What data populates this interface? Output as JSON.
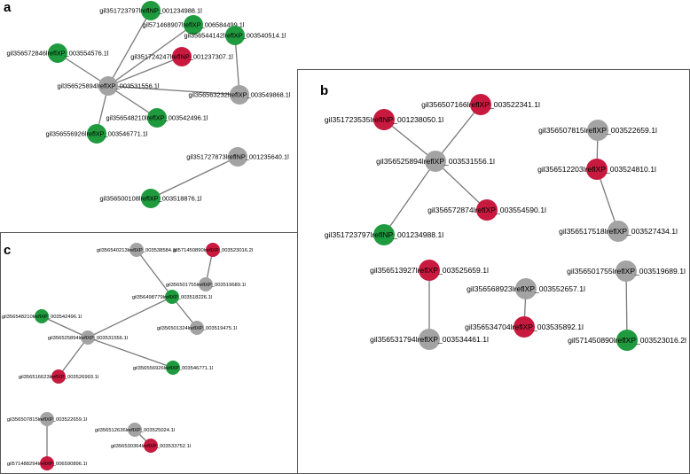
{
  "colors": {
    "green": "#1f9a3e",
    "red": "#c8193f",
    "gray": "#a3a3a3",
    "edge": "#7a7a7a"
  },
  "panels": [
    {
      "label": "a",
      "nodes": [
        {
          "id": "a_center",
          "label": "gil356525894lreflXP_003531556.1l",
          "color": "gray"
        },
        {
          "id": "a_n1",
          "label": "gil351723797lreflNP_001234988.1l",
          "color": "green"
        },
        {
          "id": "a_n2",
          "label": "gil571468907lreflXP_006584499.1l",
          "color": "green"
        },
        {
          "id": "a_n3",
          "label": "gil356544142lreflXP_003540514.1l",
          "color": "green"
        },
        {
          "id": "a_n4",
          "label": "gil356572846lreflXP_003554576.1l",
          "color": "green"
        },
        {
          "id": "a_n5",
          "label": "gil351724247lreflNP_001237307.1l",
          "color": "red"
        },
        {
          "id": "a_n6",
          "label": "gil356563232lreflXP_003549868.1l",
          "color": "gray"
        },
        {
          "id": "a_n7",
          "label": "gil356548210lreflXP_003542496.1l",
          "color": "green"
        },
        {
          "id": "a_n8",
          "label": "gil356556926lreflXP_003546771.1l",
          "color": "green"
        },
        {
          "id": "a_n9",
          "label": "gil351727873lreflNP_001235640.1l",
          "color": "gray"
        },
        {
          "id": "a_n10",
          "label": "gil356500108lreflXP_003518876.1l",
          "color": "green"
        }
      ],
      "edges": [
        [
          "a_center",
          "a_n1"
        ],
        [
          "a_center",
          "a_n2"
        ],
        [
          "a_center",
          "a_n4"
        ],
        [
          "a_center",
          "a_n5"
        ],
        [
          "a_center",
          "a_n6"
        ],
        [
          "a_center",
          "a_n7"
        ],
        [
          "a_center",
          "a_n8"
        ],
        [
          "a_n3",
          "a_n6"
        ],
        [
          "a_n9",
          "a_n10"
        ]
      ]
    },
    {
      "label": "b",
      "nodes": [
        {
          "id": "b_center",
          "label": "gil356525894lreflXP_003531556.1l",
          "color": "gray"
        },
        {
          "id": "b_n1",
          "label": "gil356507166lreflXP_003522341.1l",
          "color": "red"
        },
        {
          "id": "b_n2",
          "label": "gil351723535lreflNP_001238050.1l",
          "color": "red"
        },
        {
          "id": "b_n3",
          "label": "gil356572874lreflXP_003554590.1l",
          "color": "red"
        },
        {
          "id": "b_n4",
          "label": "gil351723797lreflNP_001234988.1l",
          "color": "green"
        },
        {
          "id": "b_n5",
          "label": "gil356507815lreflXP_003522659.1l",
          "color": "gray"
        },
        {
          "id": "b_n6",
          "label": "gil356512203lreflXP_003524810.1l",
          "color": "red"
        },
        {
          "id": "b_n7",
          "label": "gil356517518lreflXP_003527434.1l",
          "color": "gray"
        },
        {
          "id": "b_n8",
          "label": "gil356513927lreflXP_003525659.1l",
          "color": "red"
        },
        {
          "id": "b_n9",
          "label": "gil356531794lreflXP_003534461.1l",
          "color": "gray"
        },
        {
          "id": "b_n10",
          "label": "gil356568923lreflXP_003552657.1l",
          "color": "gray"
        },
        {
          "id": "b_n11",
          "label": "gil356534704lreflXP_003535892.1l",
          "color": "red"
        },
        {
          "id": "b_n12",
          "label": "gil356501755lreflXP_003519689.1l",
          "color": "gray"
        },
        {
          "id": "b_n13",
          "label": "gil571450890lreflXP_003523016.2l",
          "color": "green"
        }
      ],
      "edges": [
        [
          "b_center",
          "b_n1"
        ],
        [
          "b_center",
          "b_n2"
        ],
        [
          "b_center",
          "b_n3"
        ],
        [
          "b_center",
          "b_n4"
        ],
        [
          "b_n5",
          "b_n6"
        ],
        [
          "b_n6",
          "b_n7"
        ],
        [
          "b_n8",
          "b_n9"
        ],
        [
          "b_n10",
          "b_n11"
        ],
        [
          "b_n12",
          "b_n13"
        ]
      ]
    },
    {
      "label": "c",
      "nodes": [
        {
          "id": "c_n1",
          "label": "gil356540213lreflXP_003538584.1l",
          "color": "gray"
        },
        {
          "id": "c_n2",
          "label": "gil571450890lreflXP_003523016.2l",
          "color": "red"
        },
        {
          "id": "c_n3",
          "label": "gil356501755lreflXP_003519689.1l",
          "color": "gray"
        },
        {
          "id": "c_hub",
          "label": "gil356498779lreflXP_003518226.1l",
          "color": "green"
        },
        {
          "id": "c_n5",
          "label": "gil356548210lreflXP_003542496.1l",
          "color": "green"
        },
        {
          "id": "c_n6",
          "label": "gil356501324lreflXP_003519475.1l",
          "color": "gray"
        },
        {
          "id": "c_center",
          "label": "gil356525894lreflXP_003531556.1l",
          "color": "gray"
        },
        {
          "id": "c_n8",
          "label": "gil356556926lreflXP_003546771.1l",
          "color": "green"
        },
        {
          "id": "c_n9",
          "label": "gil356516623lreflXP_003526993.1l",
          "color": "red"
        },
        {
          "id": "c_n10",
          "label": "gil356507815lreflXP_003522659.1l",
          "color": "gray"
        },
        {
          "id": "c_n11",
          "label": "gil356512636lreflXP_003525024.1l",
          "color": "gray"
        },
        {
          "id": "c_n12",
          "label": "gil356530364lreflXP_003533752.1l",
          "color": "red"
        },
        {
          "id": "c_n13",
          "label": "gil571488294lreflXP_006590896.1l",
          "color": "red"
        }
      ],
      "edges": [
        [
          "c_n1",
          "c_hub"
        ],
        [
          "c_n2",
          "c_n3"
        ],
        [
          "c_hub",
          "c_center"
        ],
        [
          "c_hub",
          "c_n6"
        ],
        [
          "c_center",
          "c_n5"
        ],
        [
          "c_center",
          "c_n8"
        ],
        [
          "c_center",
          "c_n9"
        ],
        [
          "c_n10",
          "c_n13"
        ],
        [
          "c_n11",
          "c_n12"
        ]
      ]
    }
  ]
}
